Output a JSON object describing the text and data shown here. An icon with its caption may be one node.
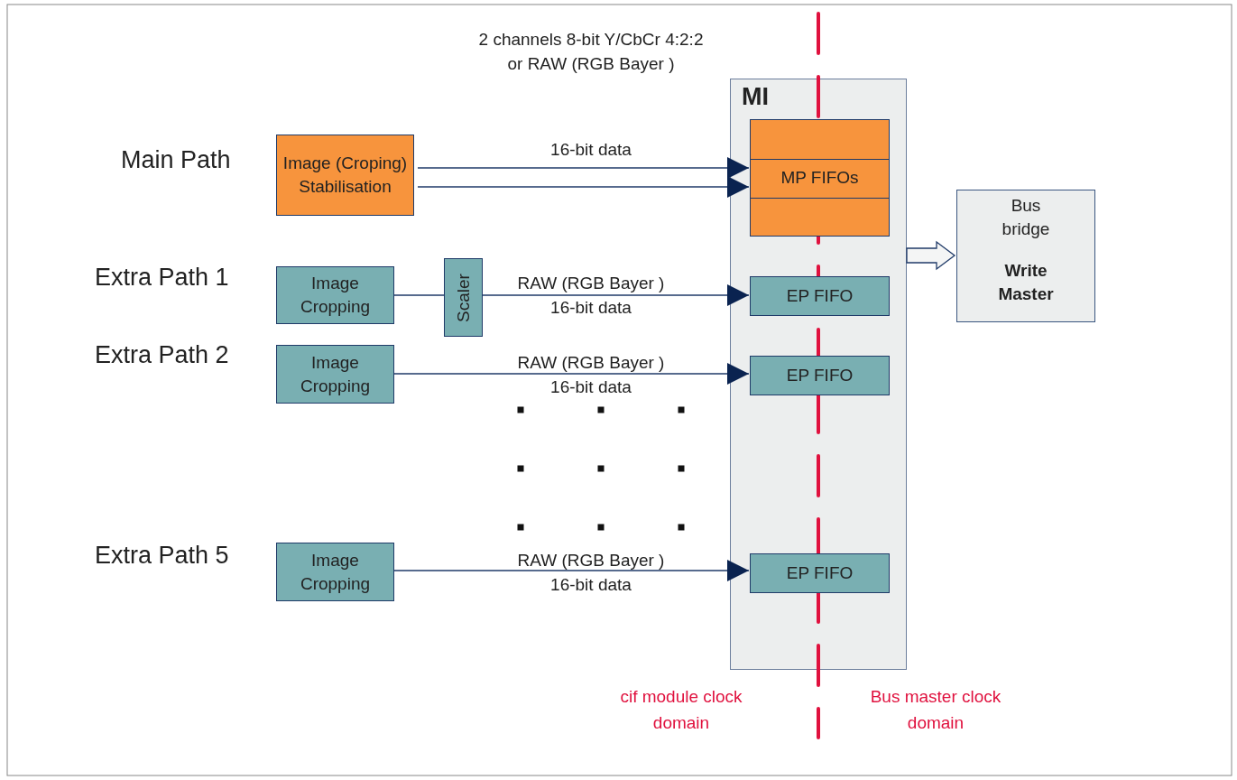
{
  "diagram": {
    "nodes": [
      {
        "text": [
          "Image (Croping) Stabilisation"
        ],
        "beside": [
          "Main Path"
        ]
      },
      {
        "text": [
          "Image Cropping"
        ],
        "beside": [
          "Extra Path 1"
        ]
      },
      {
        "text": [
          "Scaler"
        ]
      },
      {
        "text": [
          "Image Cropping"
        ],
        "beside": [
          "Extra Path 2"
        ]
      },
      {
        "text": [
          "Image Cropping"
        ],
        "beside": [
          "Extra Path 5"
        ]
      },
      {
        "text": [
          "MI"
        ]
      },
      {
        "text": [
          "MP FIFOs"
        ],
        "in": 5
      },
      {
        "text": [
          "EP FIFO"
        ],
        "in": 5
      },
      {
        "text": [
          "EP FIFO"
        ],
        "in": 5
      },
      {
        "text": [
          "EP FIFO"
        ],
        "in": 5
      },
      {
        "text": [
          "Bus bridge",
          "Write Master"
        ]
      }
    ],
    "edges": [
      {
        "from": 0,
        "to": 6,
        "arrow": "to",
        "label": "16-bit data"
      },
      {
        "from": 0,
        "to": 6,
        "arrow": "to"
      },
      {
        "from": 1,
        "to": 2,
        "arrow": "none"
      },
      {
        "from": 2,
        "to": 7,
        "arrow": "to",
        "label": "RAW (RGB Bayer ) 16-bit data"
      },
      {
        "from": 3,
        "to": 8,
        "arrow": "to",
        "label": "RAW (RGB Bayer ) 16-bit data"
      },
      {
        "from": 4,
        "to": 9,
        "arrow": "to",
        "label": "RAW (RGB Bayer ) 16-bit data"
      },
      {
        "from": 5,
        "to": 10,
        "arrow": "to",
        "style": "thick"
      }
    ],
    "labels": [
      "2 channels 8-bit Y/CbCr 4:2:2 or RAW (RGB Bayer )",
      "cif module clock domain",
      "Bus master clock domain"
    ]
  }
}
